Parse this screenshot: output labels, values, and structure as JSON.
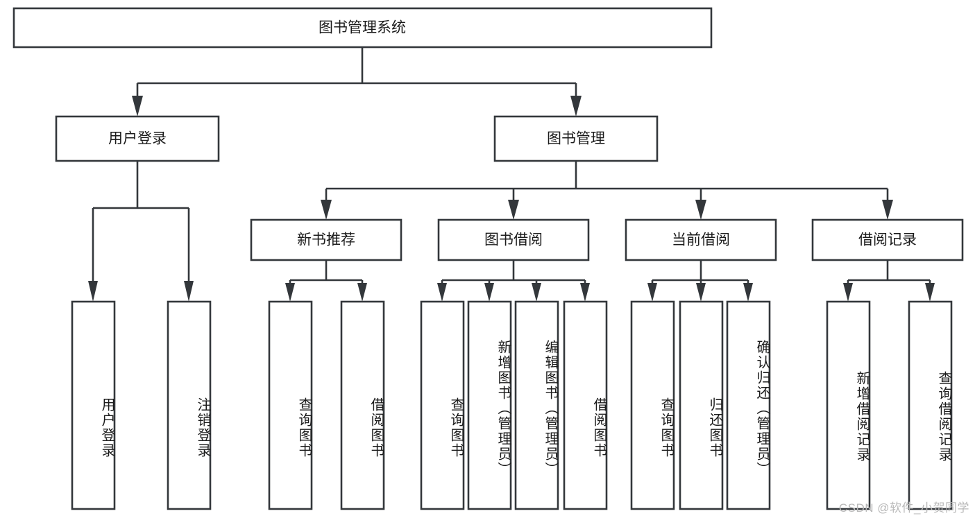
{
  "diagram": {
    "title": "图书管理系统",
    "type": "hierarchy-tree",
    "orientation": "top-down",
    "box_fill": "#ffffff",
    "box_stroke": "#33373b",
    "text_color": "#1b1b1b",
    "background": "#ffffff"
  },
  "root": {
    "label": "图书管理系统"
  },
  "level2": [
    {
      "label": "用户登录"
    },
    {
      "label": "图书管理"
    }
  ],
  "level3": [
    {
      "label": "新书推荐"
    },
    {
      "label": "图书借阅"
    },
    {
      "label": "当前借阅"
    },
    {
      "label": "借阅记录"
    }
  ],
  "leaves": {
    "user_login": [
      {
        "label": "用户登录"
      },
      {
        "label": "注销登录"
      }
    ],
    "new_book": [
      {
        "label": "查询图书"
      },
      {
        "label": "借阅图书"
      }
    ],
    "borrow_book": [
      {
        "label": "查询图书"
      },
      {
        "label": "新增图书（管理员）"
      },
      {
        "label": "编辑图书（管理员）"
      },
      {
        "label": "借阅图书"
      }
    ],
    "current_borrow": [
      {
        "label": "查询图书"
      },
      {
        "label": "归还图书"
      },
      {
        "label": "确认归还（管理员）"
      }
    ],
    "borrow_record": [
      {
        "label": "新增借阅记录"
      },
      {
        "label": "查询借阅记录"
      }
    ]
  },
  "watermark": {
    "text": "CSDN @软件_小贺同学"
  }
}
